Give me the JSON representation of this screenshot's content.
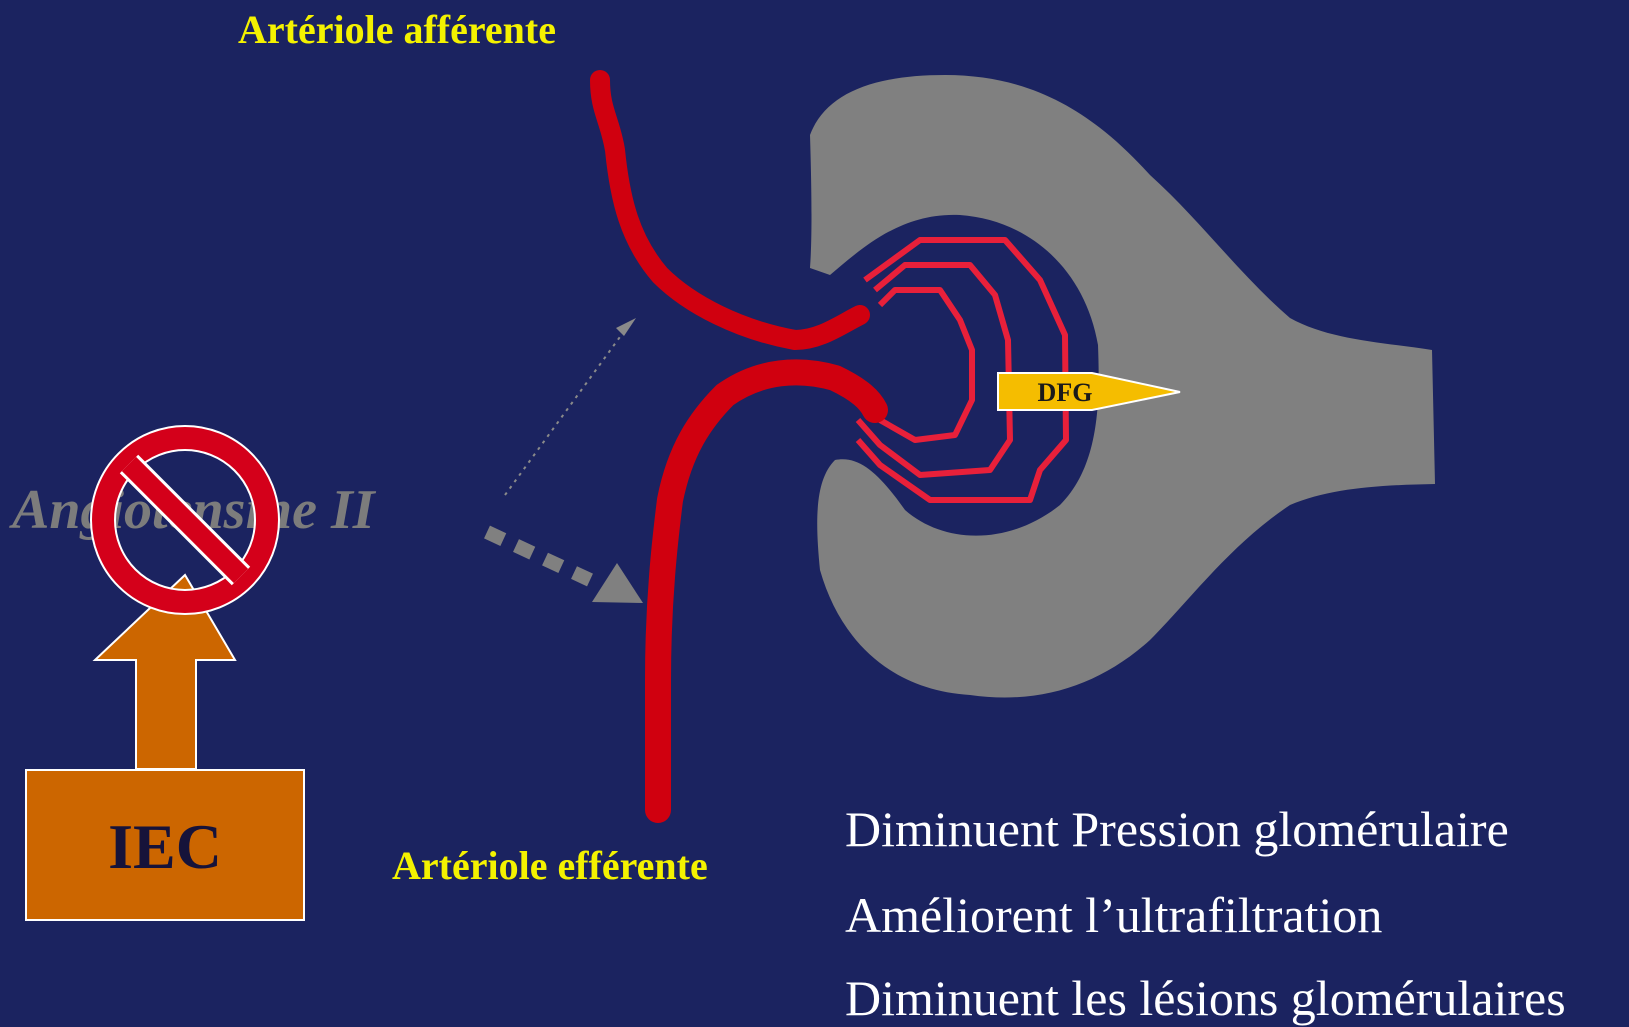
{
  "labels": {
    "afferent": "Artériole afférente",
    "efferent": "Artériole efférente",
    "angiotensin": "Angiotensine II",
    "iec": "IEC",
    "dfg": "DFG"
  },
  "effects": [
    "Diminuent Pression glomérulaire",
    "Améliorent l’ultrafiltration",
    "Diminuent les lésions glomérulaires"
  ],
  "colors": {
    "background": "#1b2360",
    "vessel": "#d0000f",
    "capillary": "#e8203a",
    "capsule": "#808080",
    "label_yellow": "#f4f200",
    "iec_box": "#cc6600",
    "dfg_arrow": "#f5bd00",
    "prohibition": "#d4001a"
  },
  "icons": [
    "prohibition-icon",
    "up-arrow-icon",
    "dfg-arrow-icon"
  ]
}
